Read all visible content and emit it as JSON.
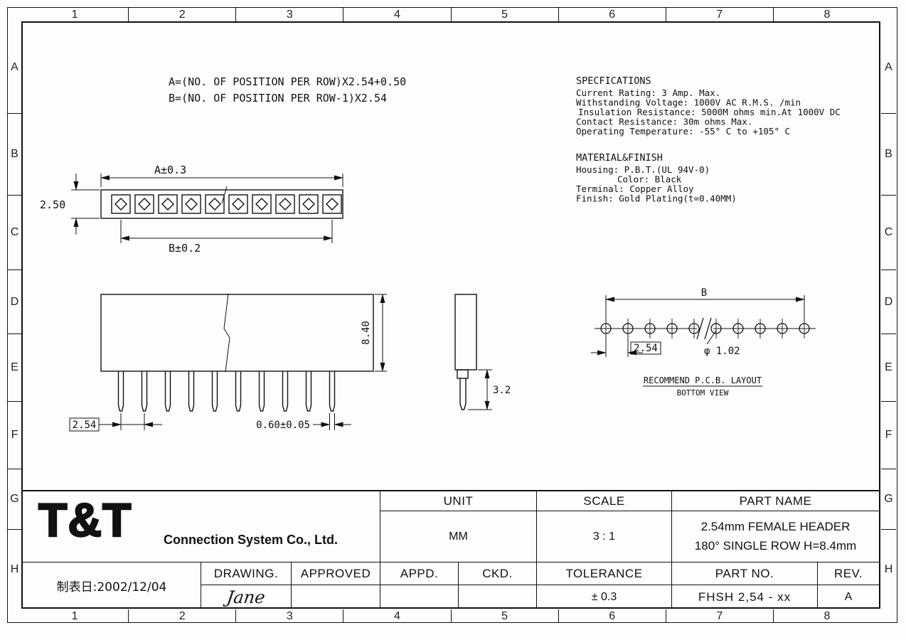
{
  "sheet": {
    "grid_columns": [
      "1",
      "2",
      "3",
      "4",
      "5",
      "6",
      "7",
      "8"
    ],
    "grid_rows": [
      "A",
      "B",
      "C",
      "D",
      "E",
      "F",
      "G",
      "H"
    ]
  },
  "formulas": {
    "line1": "A=(NO. OF POSITION PER ROW)X2.54+0.50",
    "line2": "B=(NO. OF POSITION PER ROW-1)X2.54"
  },
  "specifications": {
    "title": "SPECFICATIONS",
    "items": [
      "Current Rating: 3 Amp. Max.",
      "Withstanding Voltage: 1000V AC R.M.S. /min",
      "Insulation Resistance: 5000M ohms min.At 1000V DC",
      "Contact Resistance: 30m ohms Max.",
      "Operating Temperature: -55° C to +105° C"
    ]
  },
  "material_finish": {
    "title": "MATERIAL&FINISH",
    "items": [
      "Housing: P.B.T.(UL 94V-0)",
      "Color: Black",
      "Terminal: Copper Alloy",
      "Finish: Gold Plating(t=0.40MM)"
    ]
  },
  "dimensions": {
    "top_width": "A±0.3",
    "top_span": "B±0.2",
    "top_height": "2.50",
    "body_height": "8.40",
    "pin_pitch": "2.54",
    "pin_width": "0.60±0.05",
    "side_depth": "3.2",
    "pcb_span": "B",
    "pcb_pitch": "2.54",
    "pcb_hole": "φ 1.02",
    "pcb_note1": "RECOMMEND P.C.B. LAYOUT",
    "pcb_note2": "BOTTOM VIEW"
  },
  "title_block": {
    "logo": "T&T",
    "company": "Connection System Co., Ltd.",
    "unit": {
      "label": "UNIT",
      "value": "MM"
    },
    "scale": {
      "label": "SCALE",
      "value": "3 : 1"
    },
    "part_name": {
      "label": "PART NAME",
      "line1": "2.54mm FEMALE HEADER",
      "line2": "180° SINGLE ROW H=8.4mm"
    },
    "appd": {
      "label": "APPD.",
      "value": ""
    },
    "ckd": {
      "label": "CKD.",
      "value": ""
    },
    "tolerance": {
      "label": "TOLERANCE",
      "value": "± 0.3"
    },
    "part_no": {
      "label": "PART NO.",
      "value": "FHSH 2,54 - xx"
    },
    "rev": {
      "label": "REV.",
      "value": "A"
    },
    "date": "制表日:2002/12/04",
    "drawing": {
      "label": "DRAWING.",
      "signature": "Jane"
    },
    "approved": {
      "label": "APPROVED",
      "signature": ""
    }
  }
}
